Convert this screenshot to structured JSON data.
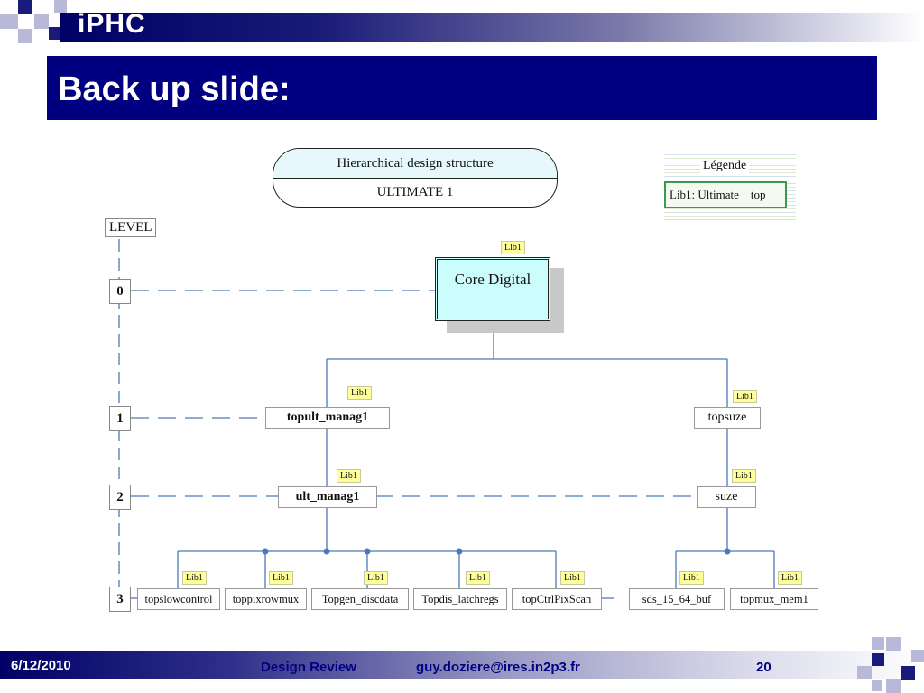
{
  "header": {
    "logo": "iPHC",
    "title": "Back up slide:"
  },
  "diagram": {
    "heading_top": "Hierarchical design structure",
    "heading_bottom": "ULTIMATE 1",
    "legend": {
      "title": "Légende",
      "entry": "Lib1: Ultimate    top"
    },
    "level_label": "LEVEL",
    "levels": [
      "0",
      "1",
      "2",
      "3"
    ],
    "lib_tag": "Lib1",
    "core": "Core Digital",
    "level1": [
      "topult_manag1",
      "topsuze"
    ],
    "level2": [
      "ult_manag1",
      "suze"
    ],
    "level3": [
      "topslowcontrol",
      "toppixrowmux",
      "Topgen_discdata",
      "Topdis_latchregs",
      "topCtrlPixScan",
      "sds_15_64_buf",
      "topmux_mem1"
    ]
  },
  "footer": {
    "date": "6/12/2010",
    "center": "Design Review",
    "email": "guy.doziere@ires.in2p3.fr",
    "page": "20"
  },
  "colors": {
    "title_bg": "#000080",
    "line": "#4a7ab8",
    "core_fill": "#ccfdfd",
    "lib_fill": "#ffff99"
  }
}
